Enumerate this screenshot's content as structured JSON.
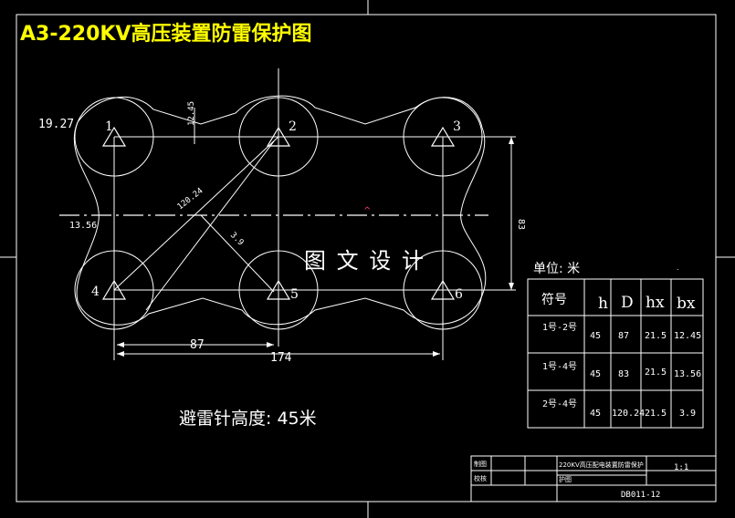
{
  "title": "A3-220KV高压装置防雷保护图",
  "colors": {
    "background": "#000000",
    "lines": "#ffffff",
    "title": "#ffff00",
    "marker": "#ff3c8c"
  },
  "rods": [
    {
      "label": "1",
      "h": 45
    },
    {
      "label": "2",
      "h": 45
    },
    {
      "label": "3",
      "h": 45
    },
    {
      "label": "4",
      "h": 45
    },
    {
      "label": "5",
      "h": 45
    },
    {
      "label": "6",
      "h": 45
    }
  ],
  "dims": {
    "radius": "19.27",
    "bx12": "12.45",
    "bx14": "13.56",
    "diag": "120.24",
    "bx24": "3.9",
    "height": "83",
    "span1": "87",
    "span2": "174"
  },
  "watermark": "图 文 设 计",
  "note": "避雷针高度: 45米",
  "unit_label": "单位: 米",
  "param_table": {
    "headers": [
      "符号",
      "h",
      "D",
      "hx",
      "bx"
    ],
    "rows": [
      [
        "1号-2号",
        "45",
        "87",
        "21.5",
        "12.45"
      ],
      [
        "1号-4号",
        "45",
        "83",
        "21.5",
        "13.56"
      ],
      [
        "2号-4号",
        "45",
        "120.24",
        "21.5",
        "3.9"
      ]
    ]
  },
  "title_block": {
    "row1_label": "制图",
    "row2_label": "校核",
    "drawing_title": "220KV高压配电装置防雷保护",
    "scale": "1:1",
    "drawing_title_2": "护图",
    "drawing_number": "DB011-12"
  }
}
